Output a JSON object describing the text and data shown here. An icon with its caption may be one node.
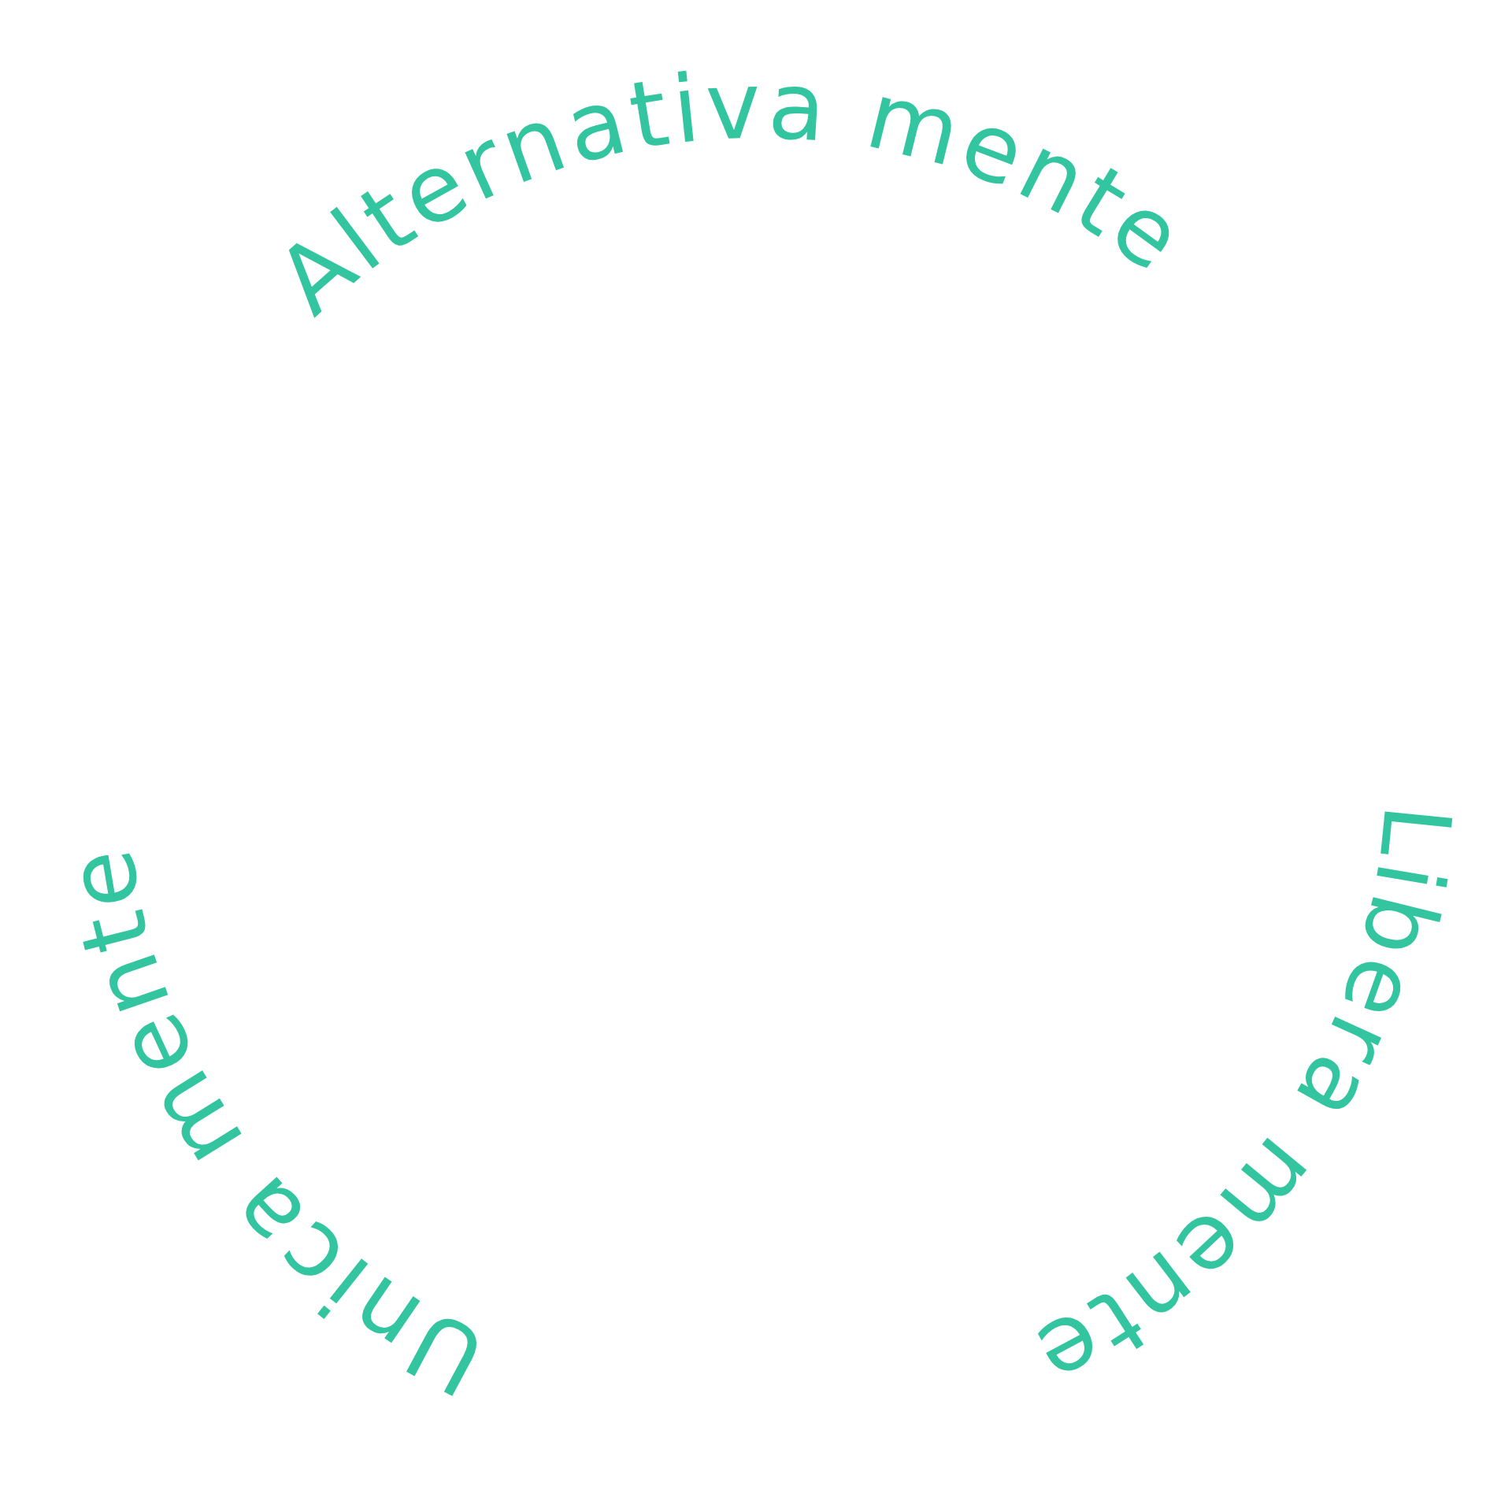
{
  "diagram": {
    "labels": [
      "Alternativa mente",
      "Libera mente",
      "Unica mente"
    ]
  }
}
